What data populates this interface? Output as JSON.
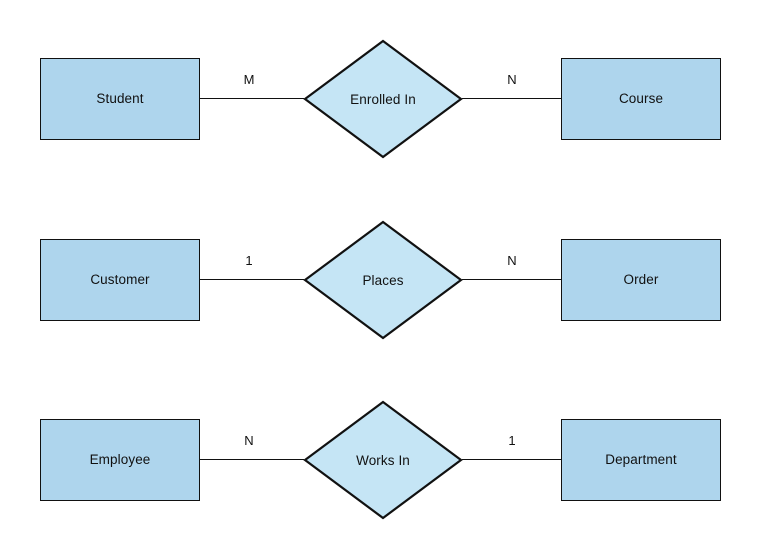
{
  "diagram": {
    "type": "entity-relationship-diagram",
    "background_color": "#ffffff",
    "entity_fill_color": "#aed5ed",
    "relationship_fill_color": "#c5e5f5",
    "stroke_color": "#111111",
    "rows": [
      {
        "left_entity": "Student",
        "left_cardinality": "M",
        "relationship": "Enrolled In",
        "right_cardinality": "N",
        "right_entity": "Course"
      },
      {
        "left_entity": "Customer",
        "left_cardinality": "1",
        "relationship": "Places",
        "right_cardinality": "N",
        "right_entity": "Order"
      },
      {
        "left_entity": "Employee",
        "left_cardinality": "N",
        "relationship": "Works In",
        "right_cardinality": "1",
        "right_entity": "Department"
      }
    ]
  }
}
